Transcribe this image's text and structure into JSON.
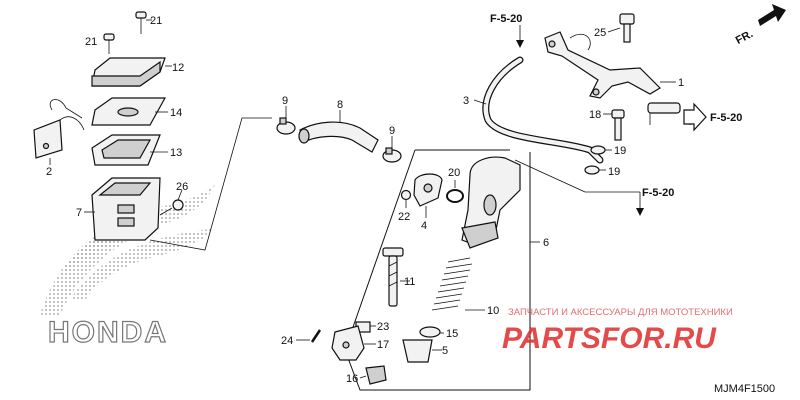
{
  "labels": {
    "p1": "1",
    "p2": "2",
    "p3": "3",
    "p4": "4",
    "p5": "5",
    "p6": "6",
    "p7": "7",
    "p8": "8",
    "p9a": "9",
    "p9b": "9",
    "p10": "10",
    "p11": "11",
    "p12": "12",
    "p13": "13",
    "p14": "14",
    "p15": "15",
    "p16": "16",
    "p17": "17",
    "p18": "18",
    "p19a": "19",
    "p19b": "19",
    "p20": "20",
    "p21a": "21",
    "p21b": "21",
    "p22": "22",
    "p23": "23",
    "p24": "24",
    "p25": "25",
    "p26": "26"
  },
  "refs": {
    "top": "F-5-20",
    "right": "F-5-20",
    "lower": "F-5-20"
  },
  "front_marker": "FR.",
  "logo": "HONDA",
  "watermark": {
    "subtitle": "ЗАПЧАСТИ И АКСЕССУАРЫ ДЛЯ МОТОТЕХНИКИ",
    "brand": "PARTSFOR.RU"
  },
  "diagram_code": "MJM4F1500",
  "colors": {
    "line": "#111111",
    "watermark": "#e02a2a"
  }
}
